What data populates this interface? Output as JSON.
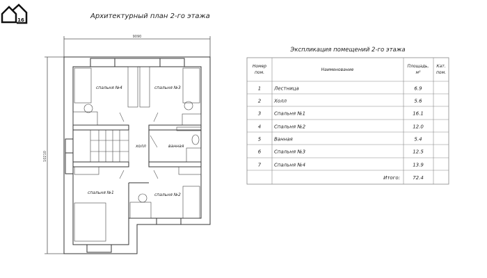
{
  "logo": {
    "badge": "16"
  },
  "plan": {
    "title": "Архитектурный план 2-го этажа",
    "dim_width": "9090",
    "dim_height": "10210",
    "rooms": {
      "bedroom4": "спальня №4",
      "bedroom3": "спальня №3",
      "bedroom1": "спальня №1",
      "bedroom2": "спальня №2",
      "hall": "холл",
      "bath": "ванная"
    }
  },
  "table": {
    "title": "Экспликация помещений 2-го этажа",
    "headers": {
      "num1": "Номер",
      "num2": "пом.",
      "name": "Наименование",
      "area1": "Площадь,",
      "area2": "м²",
      "cat1": "Кат.",
      "cat2": "пом."
    },
    "rows": [
      {
        "num": "1",
        "name": "Лестница",
        "area": "6.9"
      },
      {
        "num": "2",
        "name": "Холл",
        "area": "5.6"
      },
      {
        "num": "3",
        "name": "Спальня №1",
        "area": "16.1"
      },
      {
        "num": "4",
        "name": "Спальня №2",
        "area": "12.0"
      },
      {
        "num": "5",
        "name": "Ванная",
        "area": "5.4"
      },
      {
        "num": "6",
        "name": "Спальня №3",
        "area": "12.5"
      },
      {
        "num": "7",
        "name": "Спальня №4",
        "area": "13.9"
      }
    ],
    "total_label": "Итого:",
    "total": "72.4"
  }
}
